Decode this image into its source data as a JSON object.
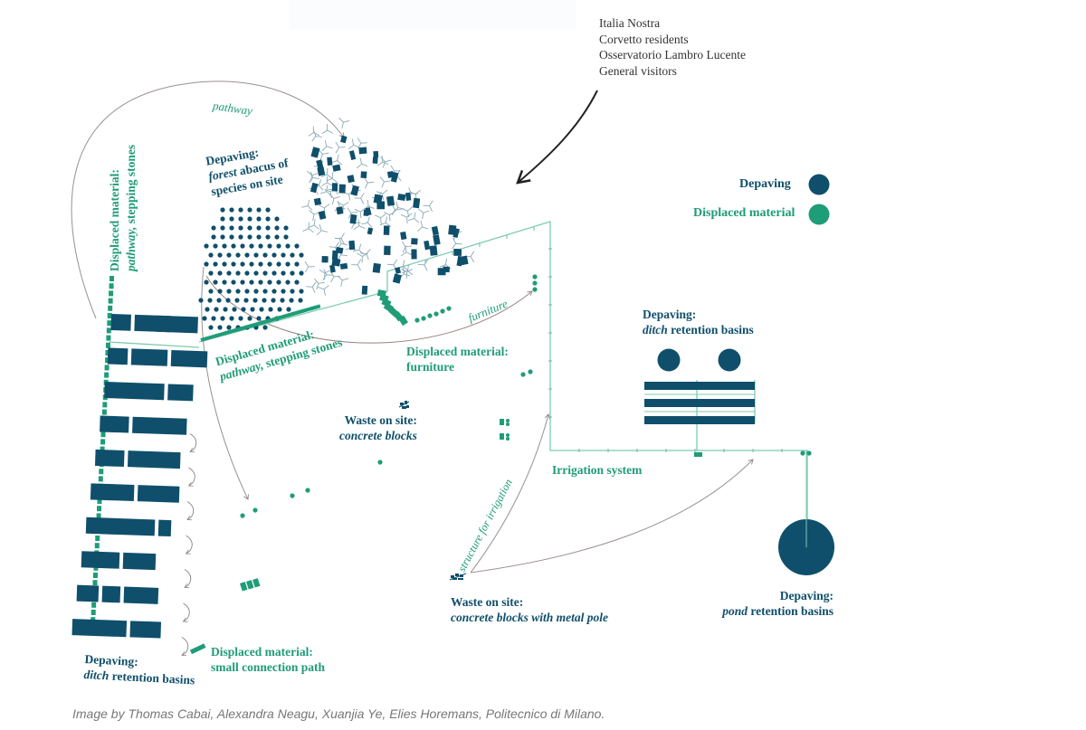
{
  "stakeholders": [
    "Italia Nostra",
    "Corvetto residents",
    "Osservatorio Lambro Lucente",
    "General visitors"
  ],
  "legend": {
    "items": [
      {
        "label": "Depaving",
        "color": "#0f4f6b"
      },
      {
        "label": "Displaced material",
        "color": "#1f9c78"
      }
    ]
  },
  "labels": {
    "pathway": "pathway",
    "forest_title": "Depaving:",
    "forest_em": "forest",
    "forest_rest": " abacus of",
    "forest_line3": "species on site",
    "stepping_vertical_title": "Displaced material:",
    "stepping_vertical_em": "pathway,",
    "stepping_vertical_rest": " stepping stones",
    "stepping_diag_title": "Displaced material:",
    "stepping_diag_em": "pathway,",
    "stepping_diag_rest": " stepping stones",
    "furniture_arrow": "furniture",
    "furniture_title": "Displaced material:",
    "furniture_sub": "furniture",
    "waste1_title": "Waste on site:",
    "waste1_sub": "concrete blocks",
    "irrigation": "Irrigation system",
    "structure_irrigation": "structure for irrigation",
    "waste2_title": "Waste on site:",
    "waste2_sub": "concrete blocks with metal pole",
    "ditch_right_title": "Depaving:",
    "ditch_right_em": "ditch",
    "ditch_right_rest": " retention basins",
    "pond_title": "Depaving:",
    "pond_em": "pond",
    "pond_rest": " retention basins",
    "ditch_left_title": "Depaving:",
    "ditch_left_em": "ditch",
    "ditch_left_rest": " retention basins",
    "connection_title": "Displaced material:",
    "connection_sub": "small connection path"
  },
  "credit": "Image by Thomas Cabai, Alexandra Neagu, Xuanjia Ye, Elies Horemans, Politecnico di Milano.",
  "colors": {
    "depaving": "#0f4f6b",
    "displaced": "#1f9c78",
    "irrigation_line": "#7fcbb2",
    "arrow": "#9a8a8a"
  }
}
